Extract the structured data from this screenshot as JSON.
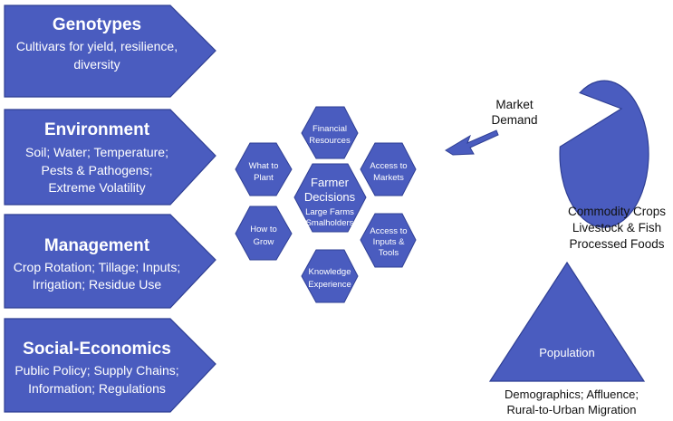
{
  "colors": {
    "shape": "#4A5CBF",
    "edge": "#2F3F94",
    "text_on_shape": "#FFFFFF",
    "text_dark": "#111111"
  },
  "factors": [
    {
      "title": "Genotypes",
      "lines": [
        "Cultivars for yield, resilience,",
        "diversity"
      ]
    },
    {
      "title": "Environment",
      "lines": [
        "Soil; Water; Temperature;",
        "Pests & Pathogens;",
        "Extreme Volatility"
      ]
    },
    {
      "title": "Management",
      "lines": [
        "Crop Rotation; Tillage; Inputs;",
        "Irrigation; Residue Use"
      ]
    },
    {
      "title": "Social-Economics",
      "lines": [
        "Public Policy; Supply Chains;",
        "Information; Regulations"
      ]
    }
  ],
  "hexagons": {
    "center": {
      "title_lines": [
        "Farmer",
        "Decisions"
      ],
      "sub_lines": [
        "Large Farms",
        "Smalholders"
      ]
    },
    "top": [
      "Financial",
      "Resources"
    ],
    "left_top": [
      "What to",
      "Plant"
    ],
    "left_bottom": [
      "How to",
      "Grow"
    ],
    "right_top": [
      "Access to",
      "Markets"
    ],
    "right_bottom": [
      "Access to",
      "Inputs &",
      "Tools"
    ],
    "bottom": [
      "Knowledge",
      "Experience"
    ]
  },
  "market": {
    "label_lines": [
      "Market",
      "Demand"
    ],
    "product_lines": [
      "Commodity Crops",
      "Livestock & Fish",
      "Processed Foods"
    ]
  },
  "population": {
    "label": "Population",
    "caption_lines": [
      "Demographics; Affluence;",
      "Rural-to-Urban Migration"
    ]
  }
}
